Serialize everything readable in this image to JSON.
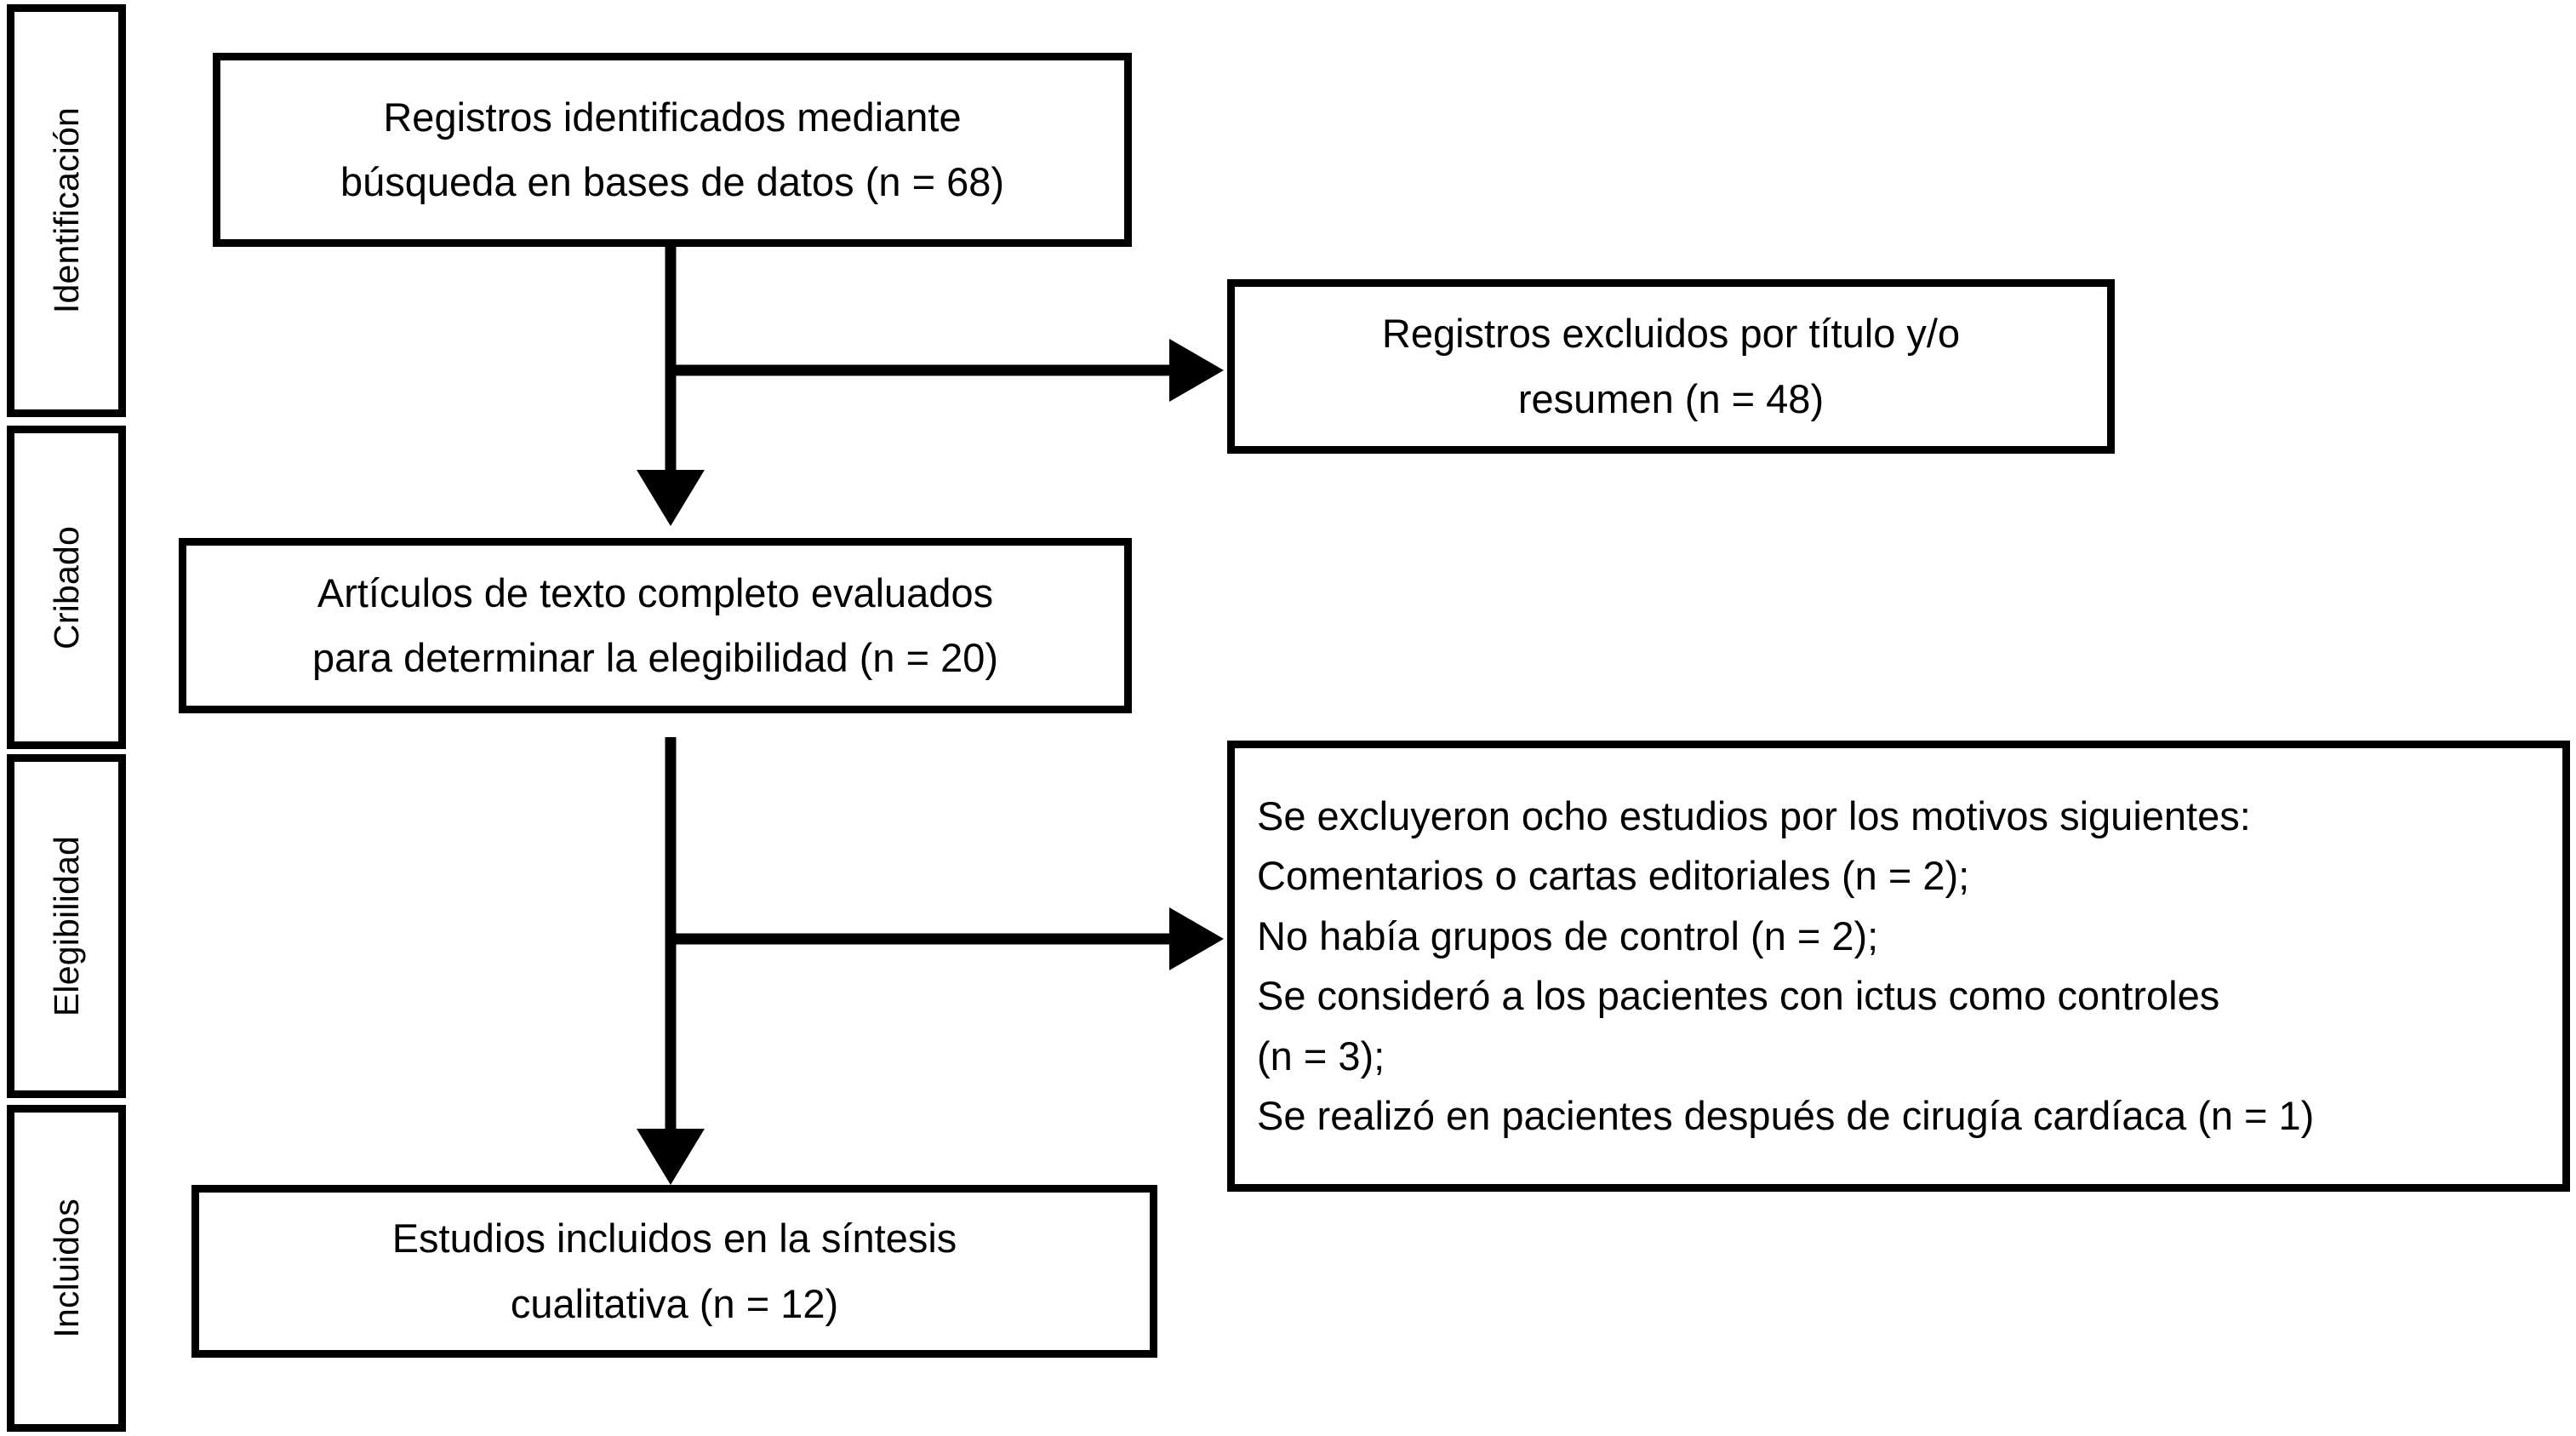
{
  "diagram": {
    "type": "prisma-flow-diagram",
    "language": "es",
    "stroke_color": "#000000",
    "background_color": "#ffffff"
  },
  "stages": [
    {
      "id": "identificacion",
      "label": "Identificación"
    },
    {
      "id": "cribado",
      "label": "Cribado"
    },
    {
      "id": "elegibilidad",
      "label": "Elegibilidad"
    },
    {
      "id": "incluidos",
      "label": "Incluidos"
    }
  ],
  "boxes": {
    "identified": {
      "id": "records-identified",
      "lines": [
        "Registros identificados mediante",
        "búsqueda en bases de datos (n = 68)"
      ],
      "n": 68
    },
    "excluded_title_abstract": {
      "id": "records-excluded",
      "lines": [
        "Registros excluidos por título y/o",
        "resumen (n = 48)"
      ],
      "n": 48
    },
    "full_text_assessed": {
      "id": "full-text-assessed",
      "lines": [
        "Artículos de texto completo evaluados",
        "para determinar la elegibilidad (n = 20)"
      ],
      "n": 20
    },
    "excluded_reasons": {
      "id": "full-text-excluded-reasons",
      "lines": [
        "Se excluyeron ocho estudios por los motivos siguientes:",
        "Comentarios o cartas editoriales (n = 2);",
        "No había grupos de control (n = 2);",
        "Se consideró a los pacientes con ictus como controles",
        "(n = 3);",
        "Se realizó en pacientes después de cirugía cardíaca (n = 1)"
      ],
      "total_excluded": 8
    },
    "included_synthesis": {
      "id": "studies-included",
      "lines": [
        "Estudios incluidos en la síntesis",
        "cualitativa (n = 12)"
      ],
      "n": 12
    }
  },
  "connectors": [
    {
      "id": "identified-to-fulltext",
      "kind": "arrow-down"
    },
    {
      "id": "identified-to-excluded",
      "kind": "arrow-right"
    },
    {
      "id": "fulltext-to-included",
      "kind": "arrow-down"
    },
    {
      "id": "fulltext-to-excluded-reasons",
      "kind": "arrow-right"
    }
  ]
}
